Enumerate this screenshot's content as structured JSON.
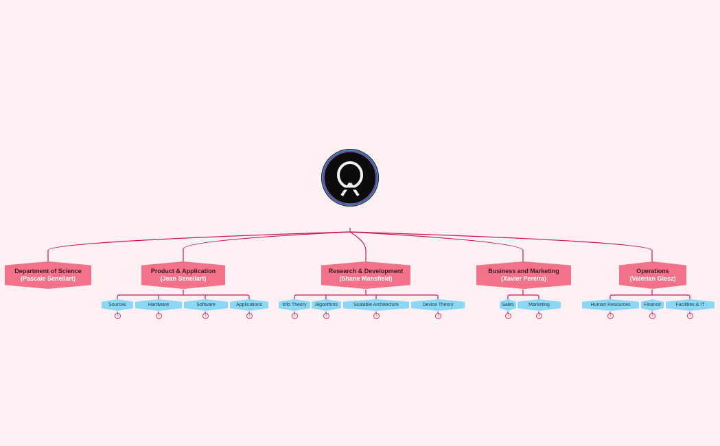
{
  "root": {
    "logo_icon": "q-logo-icon"
  },
  "colors": {
    "background": "#fdf0f3",
    "connector": "#c2185b",
    "department": "#f2728a",
    "team": "#8ad8f6"
  },
  "departments": [
    {
      "name": "Department of Science",
      "lead": "(Pascale Senellart)"
    },
    {
      "name": "Product & Application",
      "lead": "(Jean Senellart)"
    },
    {
      "name": "Research & Development",
      "lead": "(Shane Mansfield)"
    },
    {
      "name": "Business and Marketing",
      "lead": "(Xavier Pereira)"
    },
    {
      "name": "Operations",
      "lead": "(Valérian Giesz)"
    }
  ],
  "teams": [
    {
      "label": "Sources",
      "badge": "1"
    },
    {
      "label": "Hardware",
      "badge": "1"
    },
    {
      "label": "Software",
      "badge": "1"
    },
    {
      "label": "Applications",
      "badge": "1"
    },
    {
      "label": "Info Theory",
      "badge": "1"
    },
    {
      "label": "Algorithms",
      "badge": "1"
    },
    {
      "label": "Scalable Architecture",
      "badge": "1"
    },
    {
      "label": "Device Theory",
      "badge": "1"
    },
    {
      "label": "Sales",
      "badge": "1"
    },
    {
      "label": "Marketing",
      "badge": "1"
    },
    {
      "label": "Human Resources",
      "badge": "1"
    },
    {
      "label": "Finance",
      "badge": "1"
    },
    {
      "label": "Facilities & IT",
      "badge": "1"
    }
  ]
}
